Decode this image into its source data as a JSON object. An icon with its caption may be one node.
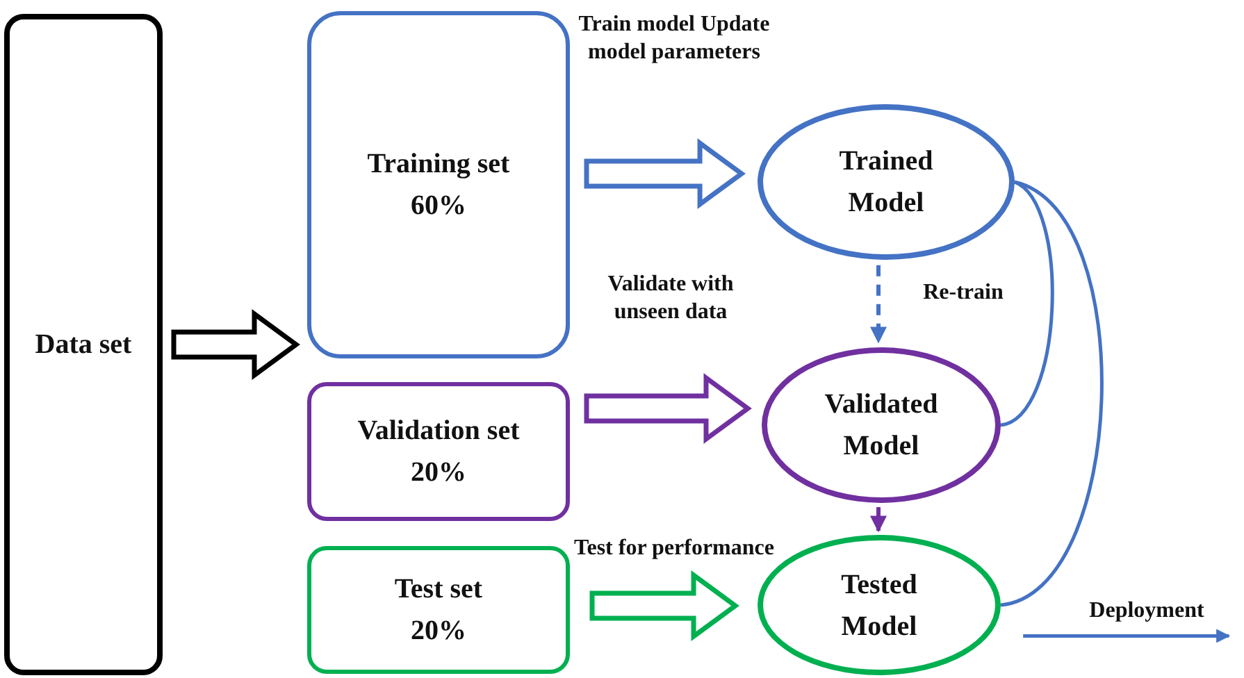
{
  "diagram": {
    "nodes": [
      {
        "text": [
          "Data set"
        ]
      },
      {
        "text": [
          "Training set 60%"
        ]
      },
      {
        "text": [
          "Validation set 20%"
        ]
      },
      {
        "text": [
          "Test set 20%"
        ]
      },
      {
        "text": [
          "Trained Model"
        ]
      },
      {
        "text": [
          "Validated Model"
        ]
      },
      {
        "text": [
          "Tested Model"
        ]
      }
    ],
    "edges": [
      {
        "from": 0,
        "to": 1,
        "arrow": "to",
        "style": "thick",
        "color": "#000000"
      },
      {
        "from": 1,
        "to": 4,
        "arrow": "to",
        "style": "thick",
        "label": "Train model Update model parameters"
      },
      {
        "from": 2,
        "to": 5,
        "arrow": "to",
        "style": "thick",
        "color": "#7030a0",
        "label": "Validate with unseen data"
      },
      {
        "from": 3,
        "to": 6,
        "arrow": "to",
        "style": "thick",
        "color": "#00b050",
        "label": "Test for performance"
      },
      {
        "from": 4,
        "to": 5,
        "arrow": "to",
        "style": "dashed",
        "label": "Re-train"
      },
      {
        "from": 5,
        "to": 6,
        "arrow": "to",
        "style": "dashed",
        "color": "#7030a0"
      },
      {
        "from": 4,
        "to": 5,
        "arrow": "none"
      },
      {
        "from": 4,
        "to": 6,
        "arrow": "none"
      },
      {
        "from": 6,
        "to": null,
        "arrow": "to",
        "label": "Deployment"
      }
    ]
  }
}
